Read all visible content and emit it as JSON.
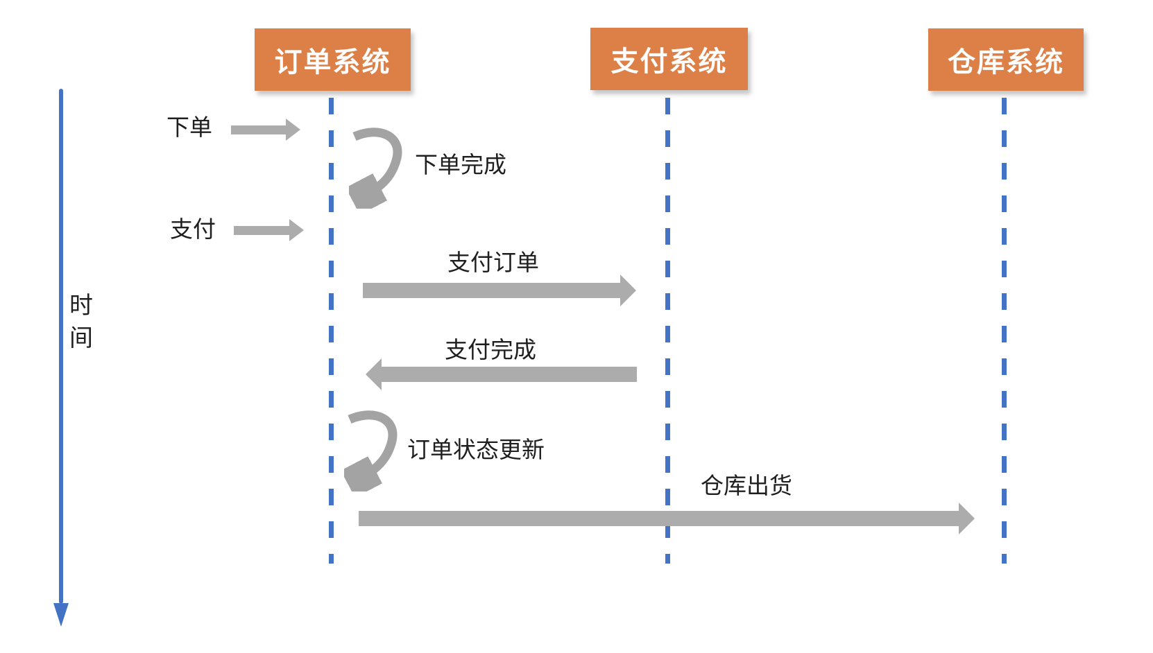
{
  "diagram": {
    "type": "sequence-diagram",
    "time_axis_label": "时间",
    "actors": [
      {
        "id": "order-system",
        "label": "订单系统"
      },
      {
        "id": "payment-system",
        "label": "支付系统"
      },
      {
        "id": "warehouse-system",
        "label": "仓库系统"
      }
    ],
    "messages": [
      {
        "id": "place-order",
        "label": "下单",
        "kind": "external-in",
        "to": "order-system"
      },
      {
        "id": "order-complete",
        "label": "下单完成",
        "kind": "self",
        "actor": "order-system"
      },
      {
        "id": "pay",
        "label": "支付",
        "kind": "external-in",
        "to": "order-system"
      },
      {
        "id": "pay-order",
        "label": "支付订单",
        "kind": "message",
        "from": "order-system",
        "to": "payment-system"
      },
      {
        "id": "payment-complete",
        "label": "支付完成",
        "kind": "message",
        "from": "payment-system",
        "to": "order-system"
      },
      {
        "id": "order-status-update",
        "label": "订单状态更新",
        "kind": "self",
        "actor": "order-system"
      },
      {
        "id": "warehouse-ship",
        "label": "仓库出货",
        "kind": "message",
        "from": "order-system",
        "to": "warehouse-system"
      }
    ],
    "colors": {
      "actor_fill": "#DD8047",
      "actor_text": "#FFFFFF",
      "lifeline": "#4472C4",
      "time_axis": "#4472C4",
      "message_arrow": "#ACACAC",
      "self_arrow": "#A3A3A3",
      "label_text": "#1F1F1F",
      "background": "#FFFFFF"
    }
  }
}
